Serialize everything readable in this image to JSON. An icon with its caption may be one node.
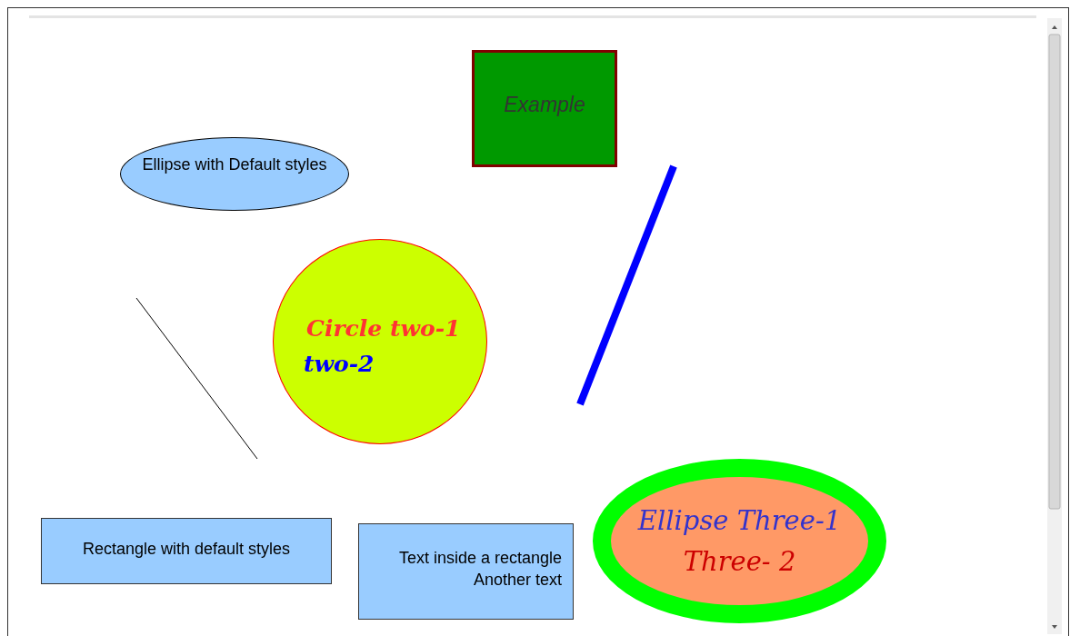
{
  "diagram": {
    "nodes": [
      {
        "text": [
          "Example"
        ]
      },
      {
        "text": [
          "Ellipse with Default styles"
        ]
      },
      {
        "text": [
          "Circle two-1",
          "two-2"
        ]
      },
      {
        "text": [
          "Rectangle with default styles"
        ]
      },
      {
        "text": [
          "Text inside a rectangle",
          "Another text"
        ]
      },
      {
        "text": [
          "Ellipse Three-1",
          "Three- 2"
        ]
      }
    ]
  }
}
